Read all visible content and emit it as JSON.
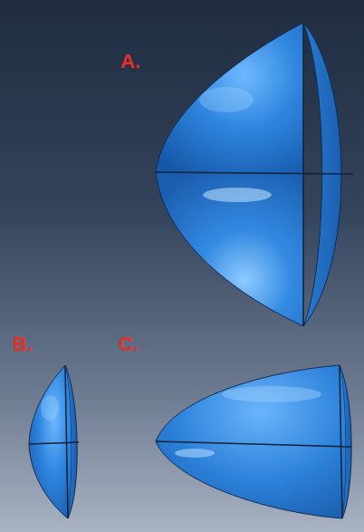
{
  "diagram": {
    "labels": [
      "A.",
      "B.",
      "C."
    ]
  }
}
